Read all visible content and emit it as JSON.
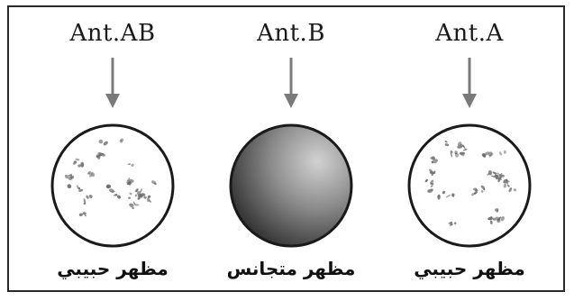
{
  "panels": [
    {
      "antigen": "Ant.AB",
      "appearance": "مظهر حبيبي",
      "type": "granular"
    },
    {
      "antigen": "Ant.B",
      "appearance": "مظهر متجانس",
      "type": "homogeneous"
    },
    {
      "antigen": "Ant.A",
      "appearance": "مظهر حبيبي",
      "type": "granular"
    }
  ],
  "colors": {
    "frame": "#2a2a2a",
    "arrow": "#7a7a7a",
    "clump": "#6e6e6e",
    "homogeneous_light": "#c8c8c8",
    "homogeneous_dark": "#2e2e2e"
  }
}
